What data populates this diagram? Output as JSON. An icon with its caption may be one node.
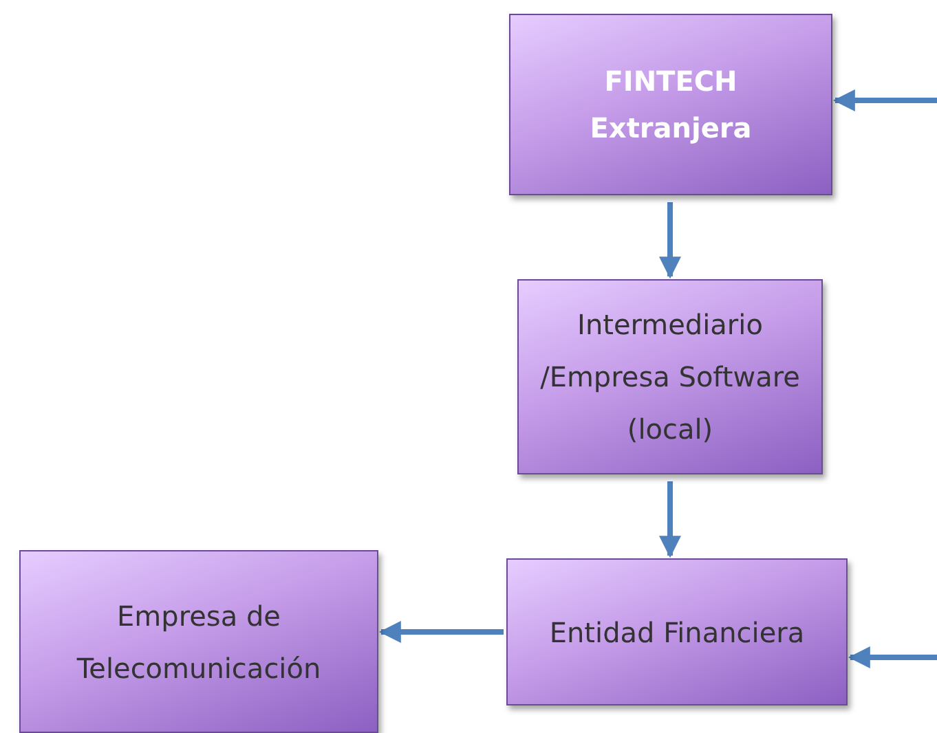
{
  "diagram": {
    "nodes": [
      {
        "text": [
          "FINTECH Extranjera"
        ]
      },
      {
        "text": [
          "Intermediario /Empresa Software (local)"
        ]
      },
      {
        "text": [
          "Entidad Financiera"
        ]
      },
      {
        "text": [
          "Empresa de Telecomunicación"
        ]
      }
    ],
    "edges": [
      {
        "from": 0,
        "to": 1,
        "arrow": "to"
      },
      {
        "from": 1,
        "to": 2,
        "arrow": "to"
      },
      {
        "from": 2,
        "to": 3,
        "arrow": "to"
      },
      {
        "from": null,
        "to": 0,
        "arrow": "to"
      },
      {
        "from": null,
        "to": 2,
        "arrow": "to"
      }
    ]
  }
}
